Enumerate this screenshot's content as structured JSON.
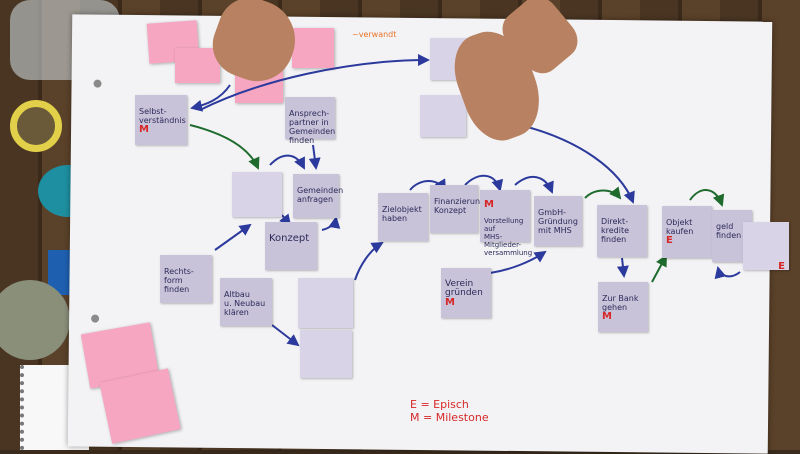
{
  "header_note": "~verwandt",
  "notes": [
    {
      "id": "selbstverstaendnis",
      "text": "Selbst-\nverständnis",
      "marker": "M"
    },
    {
      "id": "ansprechpartner",
      "text": "Ansprech-\npartner in\nGemeinden\nfinden",
      "marker": ""
    },
    {
      "id": "gemeinden-anfragen",
      "text": "Gemeinden\nanfragen",
      "marker": ""
    },
    {
      "id": "konzept",
      "text": "Konzept",
      "marker": ""
    },
    {
      "id": "rechtsform",
      "text": "Rechts-\nform\nfinden",
      "marker": ""
    },
    {
      "id": "altbau",
      "text": "Altbau\nu. Neubau\nklären",
      "marker": ""
    },
    {
      "id": "zielobjekt",
      "text": "Zielobjekt\nhaben",
      "marker": ""
    },
    {
      "id": "finanzierung",
      "text": "Finanzierung\nKonzept",
      "marker": ""
    },
    {
      "id": "vorstellung",
      "text": "Vorstellung\nauf\nMHS-Mitglieder-\nversammlung",
      "marker": "M"
    },
    {
      "id": "gmbh",
      "text": "GmbH-\nGründung\nmit MHS",
      "marker": ""
    },
    {
      "id": "direktkredite",
      "text": "Direkt-\nkredite\nfinden",
      "marker": ""
    },
    {
      "id": "objekt-kaufen",
      "text": "Objekt\nkaufen",
      "marker": "E"
    },
    {
      "id": "geld-finden",
      "text": "geld\nfinden",
      "marker": "E"
    },
    {
      "id": "verein",
      "text": "Verein\ngründen",
      "marker": "M"
    },
    {
      "id": "zur-bank",
      "text": "Zur Bank\ngehen",
      "marker": "M"
    }
  ],
  "legend": {
    "line1": "E = Episch",
    "line2": "M = Milestone"
  },
  "colors": {
    "note": "#c9c3d9",
    "ink_blue": "#2b3a9c",
    "ink_green": "#1f6b2e",
    "ink_red": "#d62828",
    "pink": "#f6a6c1"
  }
}
